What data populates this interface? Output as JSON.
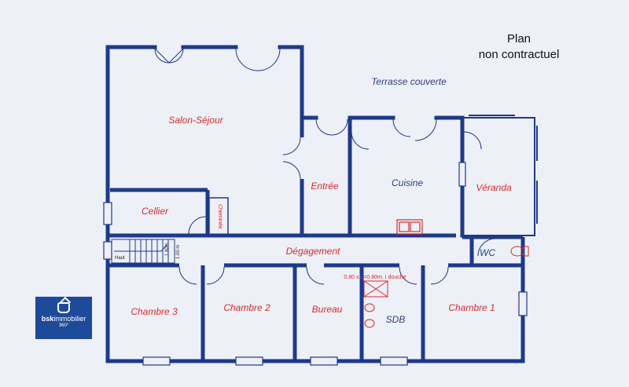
{
  "plan_note": "Plan\nnon contractuel",
  "terrace_label": "Terrasse couverte",
  "rooms": {
    "salon": "Salon-Séjour",
    "entree": "Entrée",
    "cuisine": "Cuisine",
    "veranda": "Véranda",
    "cellier": "Cellier",
    "cheminee": "Cheminée",
    "degagement": "Dégagement",
    "wc": "WC",
    "chambre3": "Chambre 3",
    "chambre2": "Chambre 2",
    "bureau": "Bureau",
    "sdb": "SDB",
    "chambre1": "Chambre 1"
  },
  "annotations": {
    "haut": "Haut",
    "height_mark": "1.00 m",
    "height_mark_small": "1.80m",
    "douche": "0.80 x L=0.80m. I douche"
  },
  "logo": {
    "brand_bold": "bsk",
    "brand_rest": "immobilier",
    "sub": "360°"
  },
  "colors": {
    "wall": "#1d3a8a",
    "room_label": "#d62b2b",
    "blue_label": "#2a3f7a",
    "background": "#eef0f8"
  }
}
